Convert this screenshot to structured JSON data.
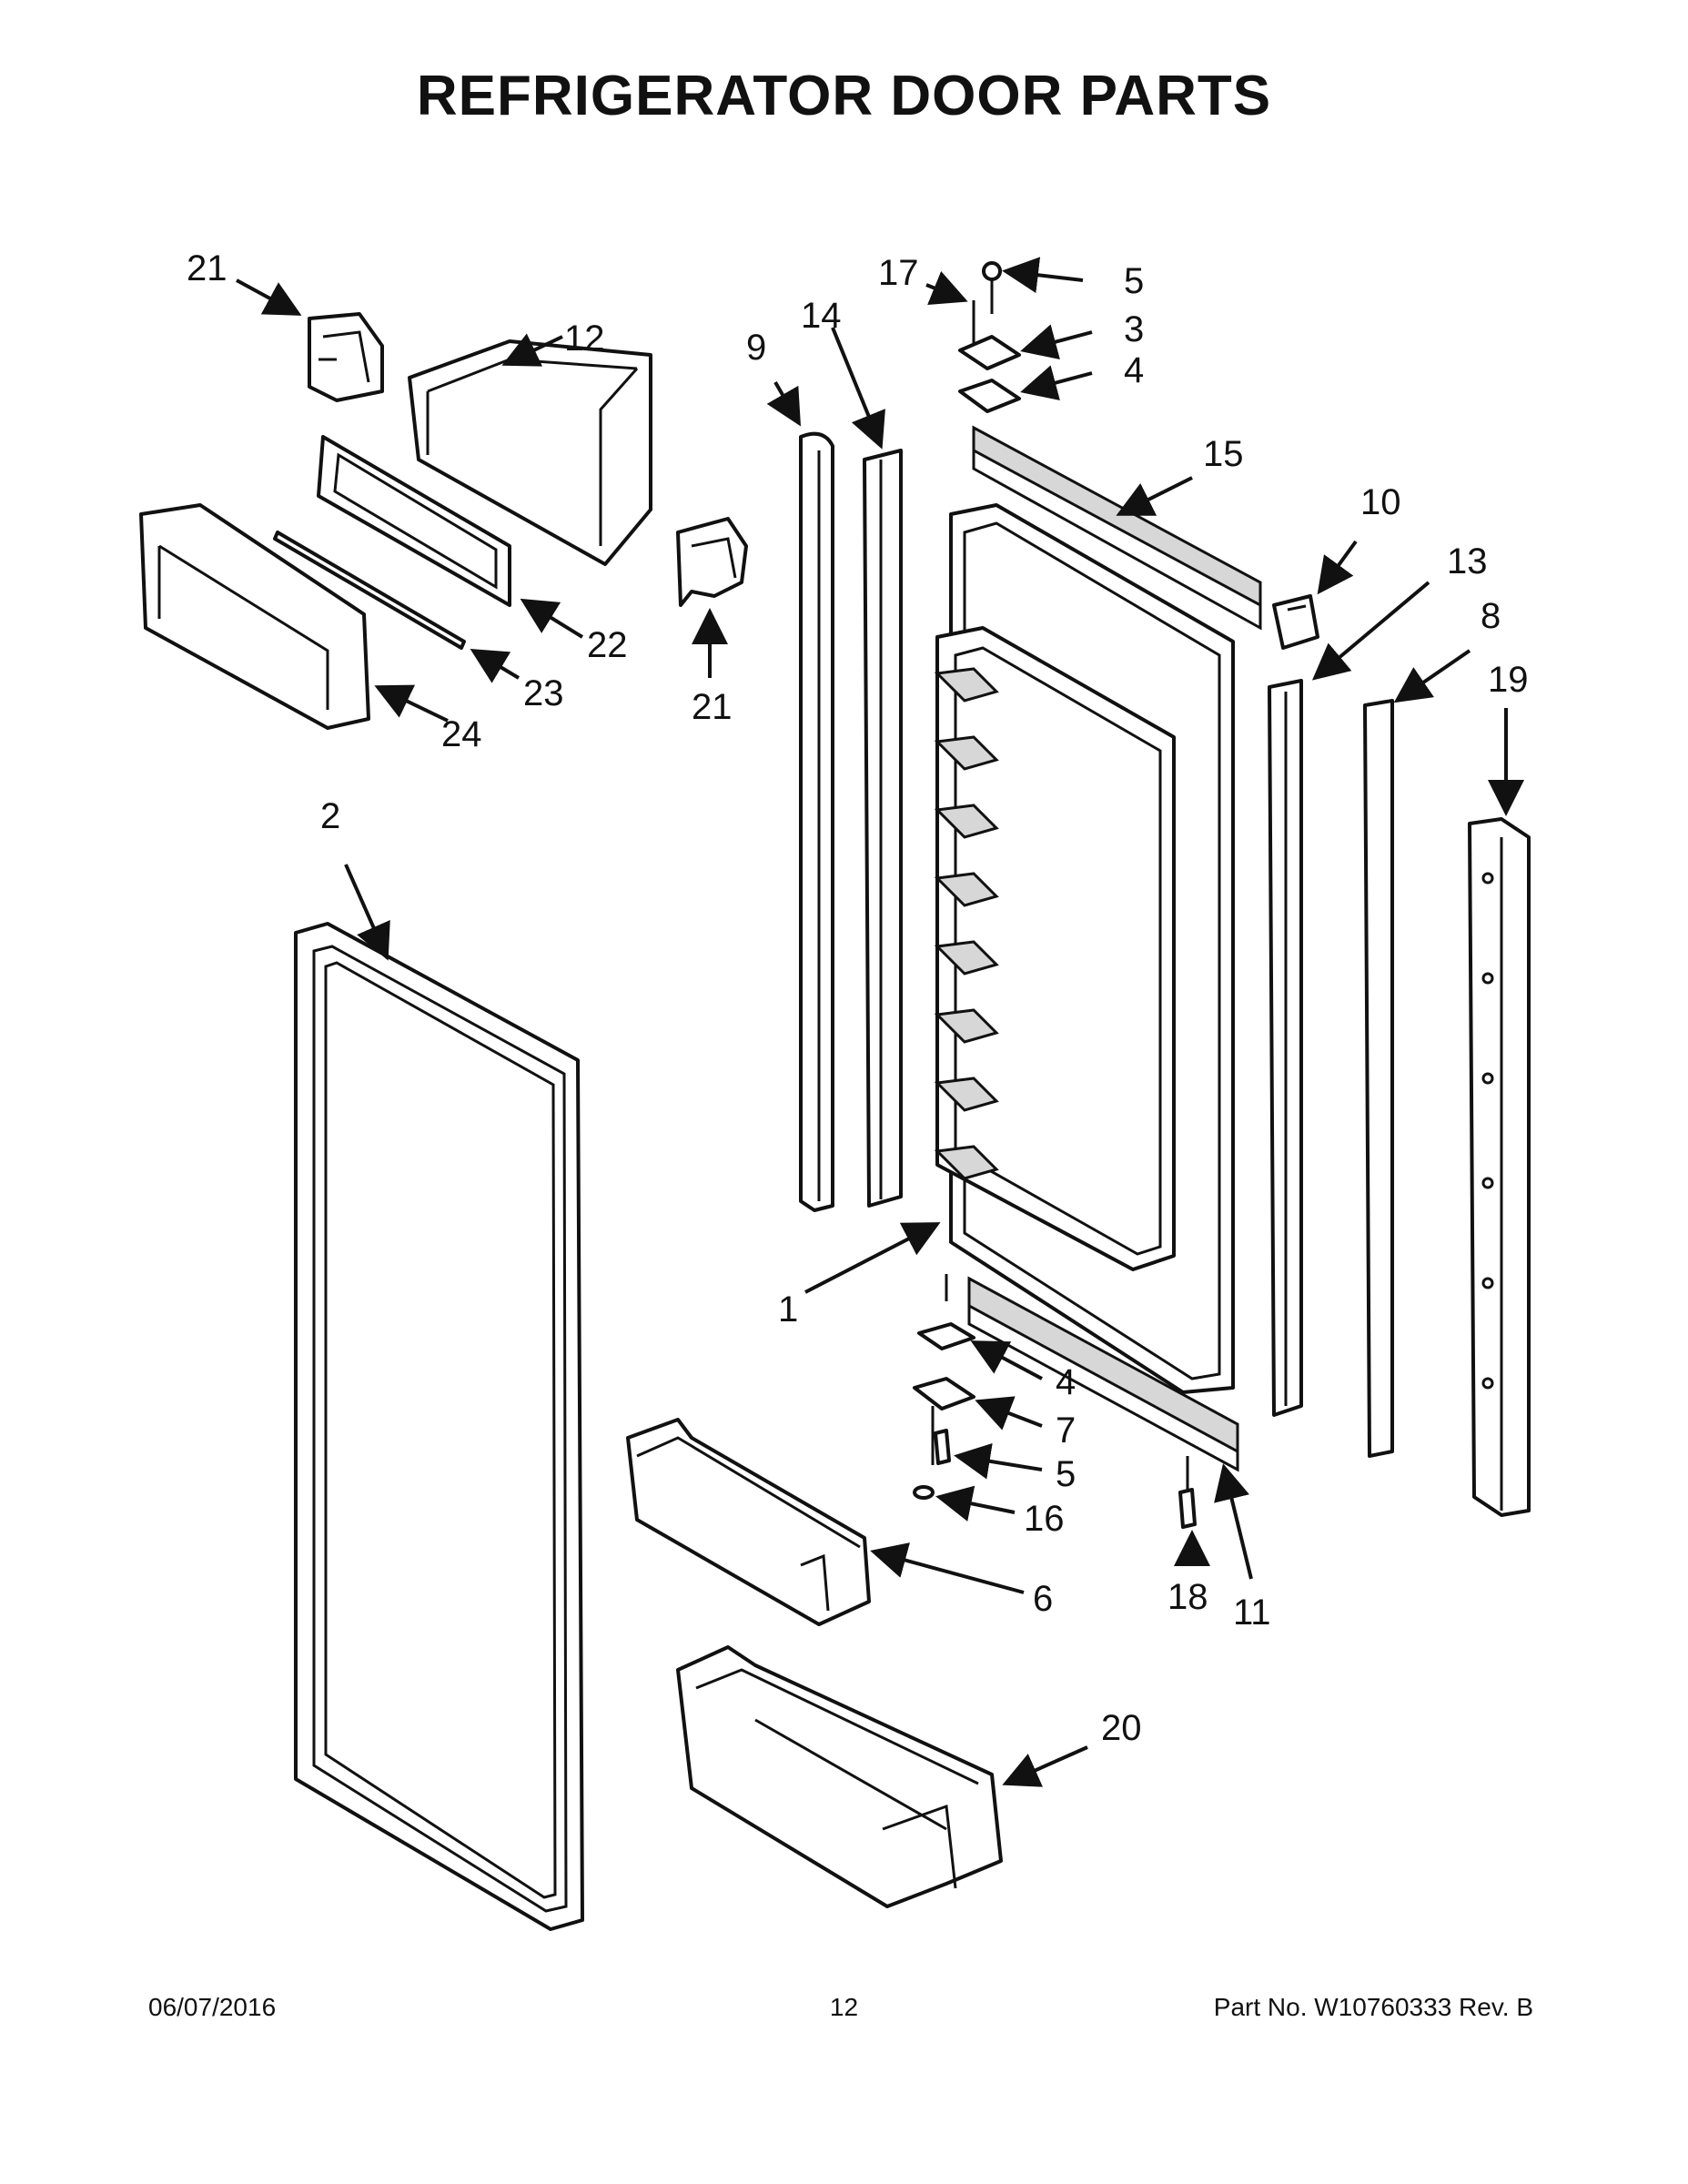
{
  "title": "REFRIGERATOR DOOR PARTS",
  "footer": {
    "date": "06/07/2016",
    "page": "12",
    "part_number": "Part No.  W10760333  Rev.  B"
  },
  "callouts": {
    "c1": "1",
    "c2": "2",
    "c3": "3",
    "c4a": "4",
    "c4b": "4",
    "c5a": "5",
    "c5b": "5",
    "c6": "6",
    "c7": "7",
    "c8": "8",
    "c9": "9",
    "c10": "10",
    "c11": "11",
    "c12": "12",
    "c13": "13",
    "c14": "14",
    "c15": "15",
    "c16": "16",
    "c17": "17",
    "c18": "18",
    "c19": "19",
    "c20": "20",
    "c21a": "21",
    "c21b": "21",
    "c22": "22",
    "c23": "23",
    "c24": "24"
  }
}
